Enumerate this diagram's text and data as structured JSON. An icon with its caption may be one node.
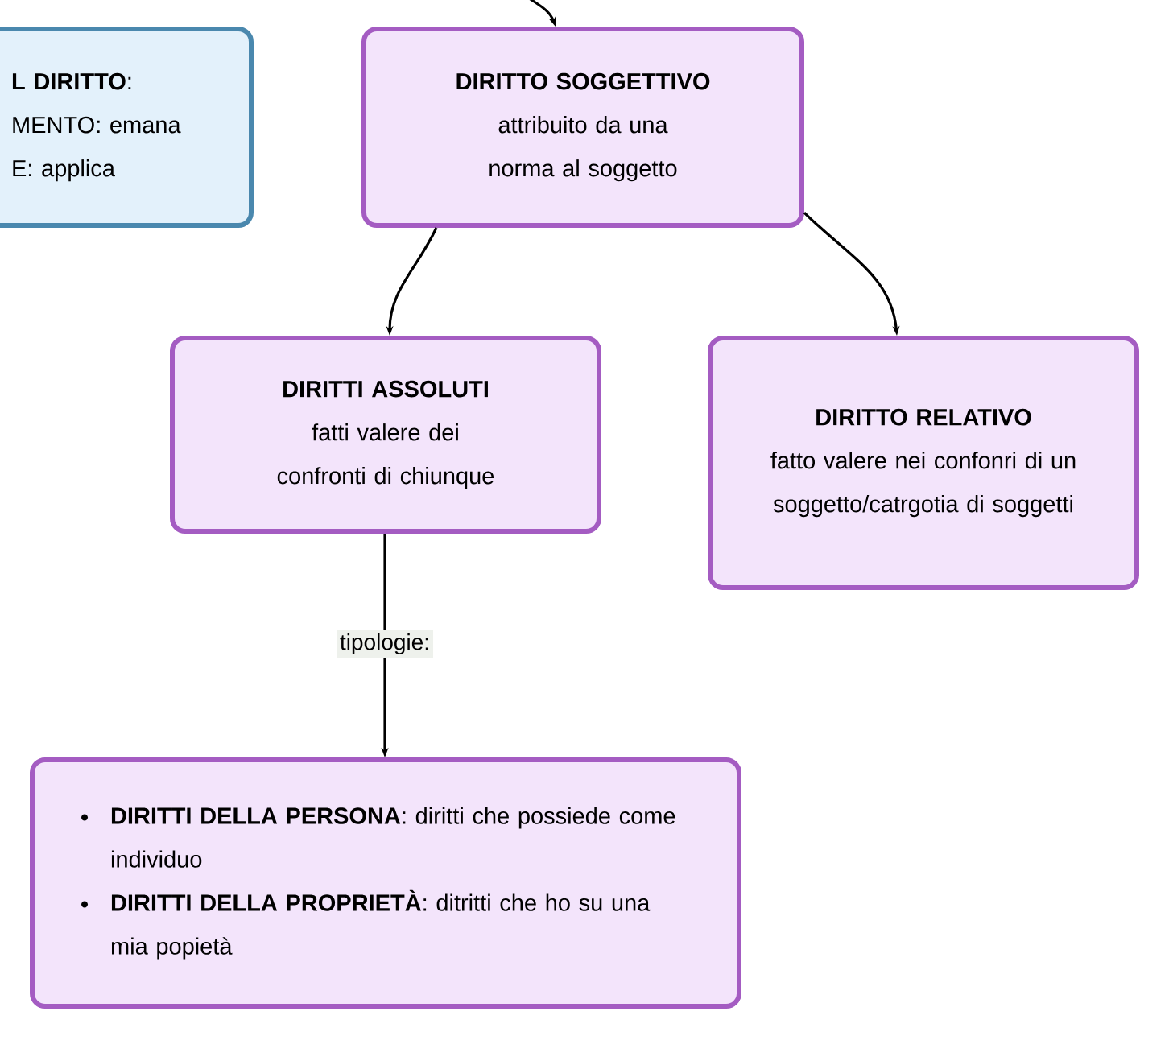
{
  "diagram": {
    "nodes": [
      {
        "text": [
          "**L DIRITTO**:",
          "MENTO: emana",
          "E: applica"
        ]
      },
      {
        "text": [
          "DIRITTO SOGGETTIVO",
          "attribuito da una norma al soggetto"
        ]
      },
      {
        "text": [
          "DIRITTI ASSOLUTI",
          "fatti valere dei confronti di chiunque"
        ]
      },
      {
        "text": [
          "DIRITTO RELATIVO",
          "fatto valere nei confonri di un soggetto/catrgotia di soggetti"
        ]
      },
      {
        "text": [
          "**DIRITTI DELLA PERSONA**: diritti che possiede come individuo",
          "**DIRITTI DELLA PROPRIETÀ**: ditritti che ho su una mia popietà"
        ]
      }
    ],
    "edges": [
      {
        "from": null,
        "to": 1,
        "arrow": "to"
      },
      {
        "from": 1,
        "to": 2,
        "arrow": "to"
      },
      {
        "from": 1,
        "to": 3,
        "arrow": "to"
      },
      {
        "from": 2,
        "to": 4,
        "arrow": "to",
        "label": "tipologie:"
      }
    ]
  }
}
